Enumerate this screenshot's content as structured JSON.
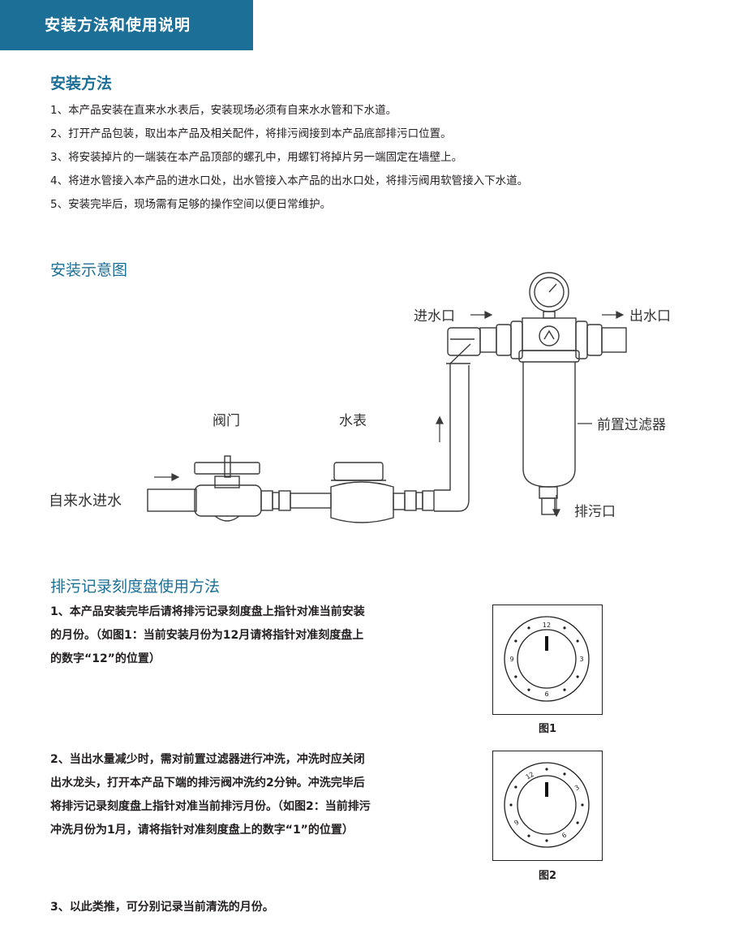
{
  "header": {
    "title": "安装方法和使用说明"
  },
  "install": {
    "title": "安装方法",
    "steps": [
      "1、本产品安装在直来水水表后，安装现场必须有自来水水管和下水道。",
      "2、打开产品包装，取出本产品及相关配件，将排污阀接到本产品底部排污口位置。",
      "3、将安装掉片的一端装在本产品顶部的螺孔中，用螺钉将掉片另一端固定在墙壁上。",
      "4、将进水管接入本产品的进水口处，出水管接入本产品的出水口处，将排污阀用软管接入下水道。",
      "5、安装完毕后，现场需有足够的操作空间以便日常维护。"
    ]
  },
  "diagram": {
    "title": "安装示意图",
    "labels": {
      "inlet": "进水口",
      "outlet": "出水口",
      "valve": "阀门",
      "meter": "水表",
      "filter": "前置过滤器",
      "tap_in": "自来水进水",
      "drain": "排污口"
    }
  },
  "dial_usage": {
    "title": "排污记录刻度盘使用方法",
    "para1": "1、本产品安装完毕后请将排污记录刻度盘上指针对准当前安装的月份。（如图1：当前安装月份为12月请将指针对准刻度盘上的数字“12”的位置）",
    "para2": "2、当出水量减少时，需对前置过滤器进行冲洗，冲洗时应关闭出水龙头，打开本产品下端的排污阀冲洗约2分钟。冲洗完毕后将排污记录刻度盘上指针对准当前排污月份。（如图2：当前排污冲洗月份为1月，请将指针对准刻度盘上的数字“1”的位置）",
    "para3": "3、以此类推，可分别记录当前清洗的月份。",
    "fig1": {
      "caption": "图1",
      "numbers": [
        "12",
        "3",
        "6",
        "9"
      ],
      "pointer_month": 12
    },
    "fig2": {
      "caption": "图2",
      "numbers": [
        "12",
        "3",
        "6",
        "9"
      ],
      "pointer_month": 1
    }
  }
}
